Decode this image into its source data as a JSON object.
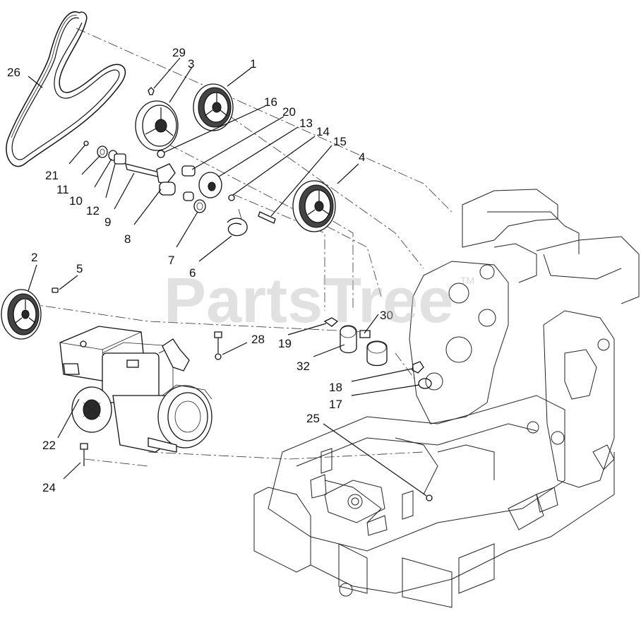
{
  "watermark": {
    "text": "PartsTree",
    "trademark": "TM"
  },
  "callouts": [
    {
      "id": "c1",
      "label": "1"
    },
    {
      "id": "c2",
      "label": "2"
    },
    {
      "id": "c3",
      "label": "3"
    },
    {
      "id": "c4",
      "label": "4"
    },
    {
      "id": "c5",
      "label": "5"
    },
    {
      "id": "c6",
      "label": "6"
    },
    {
      "id": "c7",
      "label": "7"
    },
    {
      "id": "c8",
      "label": "8"
    },
    {
      "id": "c9",
      "label": "9"
    },
    {
      "id": "c10",
      "label": "10"
    },
    {
      "id": "c11",
      "label": "11"
    },
    {
      "id": "c12",
      "label": "12"
    },
    {
      "id": "c13",
      "label": "13"
    },
    {
      "id": "c14",
      "label": "14"
    },
    {
      "id": "c15",
      "label": "15"
    },
    {
      "id": "c16",
      "label": "16"
    },
    {
      "id": "c17",
      "label": "17"
    },
    {
      "id": "c18",
      "label": "18"
    },
    {
      "id": "c19",
      "label": "19"
    },
    {
      "id": "c20",
      "label": "20"
    },
    {
      "id": "c21",
      "label": "21"
    },
    {
      "id": "c22",
      "label": "22"
    },
    {
      "id": "c24",
      "label": "24"
    },
    {
      "id": "c25",
      "label": "25"
    },
    {
      "id": "c26",
      "label": "26"
    },
    {
      "id": "c28",
      "label": "28"
    },
    {
      "id": "c29",
      "label": "29"
    },
    {
      "id": "c30",
      "label": "30"
    },
    {
      "id": "c32",
      "label": "32"
    }
  ]
}
